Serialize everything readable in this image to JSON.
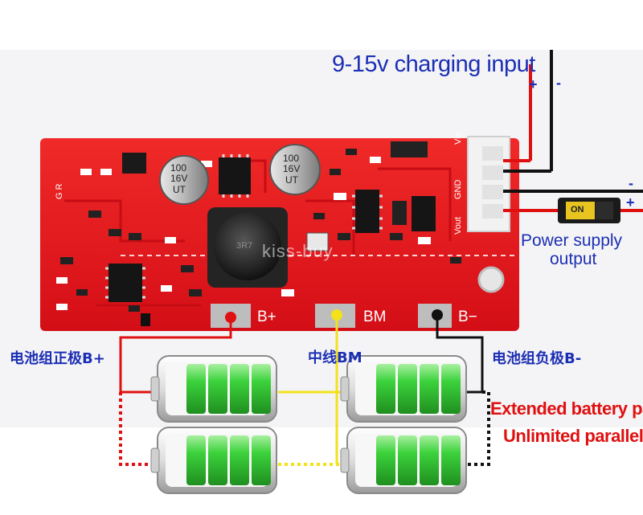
{
  "labels": {
    "charging_input": "9-15v charging input",
    "input_plus": "+",
    "input_minus": "-",
    "output_minus": "-",
    "output_plus": "+",
    "power_supply": "Power supply",
    "output": "output",
    "b_plus_pad": "B+",
    "bm_pad": "BM",
    "b_minus_pad": "B−",
    "cn_positive": "电池组正极B+",
    "cn_middle": "中线BM",
    "cn_negative": "电池组负极B-",
    "extended": "Extended battery pack",
    "unlimited": "Unlimited parallel",
    "watermark": "kiss-buy",
    "cap1_value": "100",
    "cap1_voltage": "16V",
    "cap1_brand": "UT",
    "cap2_value": "100",
    "cap2_voltage": "16V",
    "cap2_brand": "UT",
    "conn_vin": "Vin",
    "conn_gnd": "GND",
    "conn_vout": "Vout",
    "switch_on": "ON",
    "led_label": "G  R",
    "inductor_label": "3R7"
  },
  "colors": {
    "pcb": "#e8121a",
    "wire_red": "#e01010",
    "wire_black": "#111111",
    "wire_yellow": "#f2e21a",
    "battery_green": "#3cc83c",
    "label_blue": "#1c2fb4"
  }
}
